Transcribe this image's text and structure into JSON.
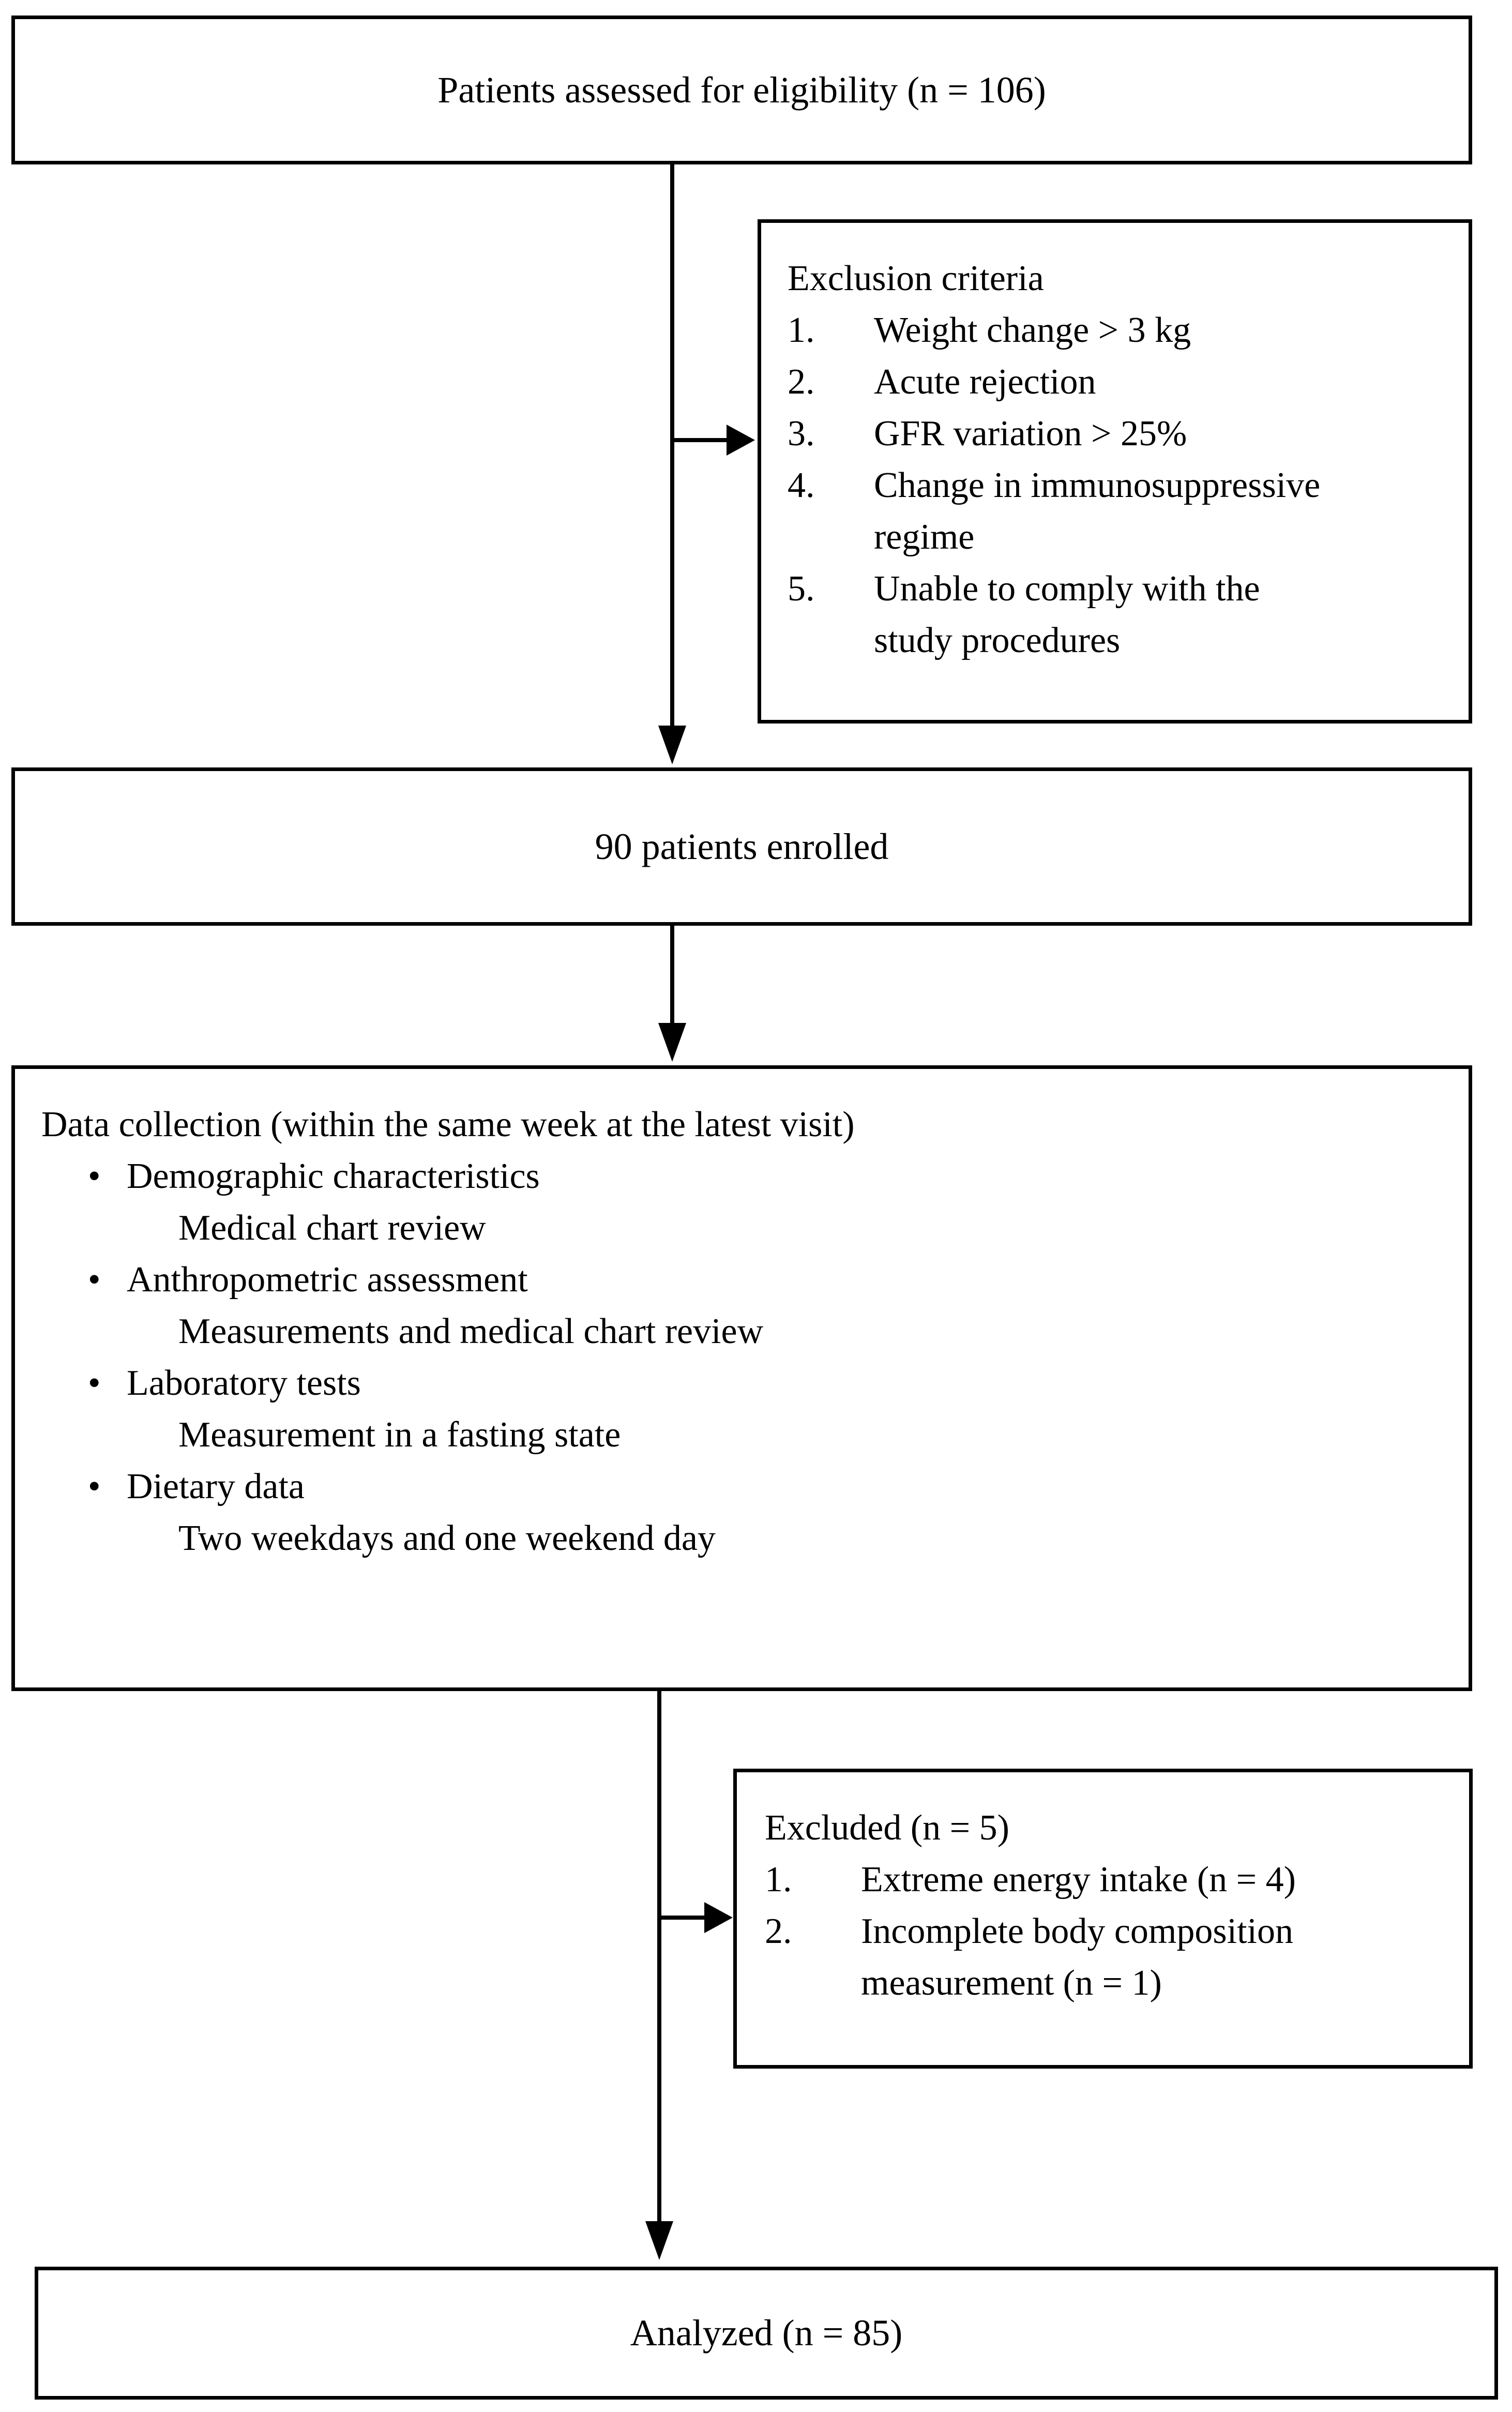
{
  "diagram": {
    "boxes": {
      "eligibility": {
        "text": "Patients assessed for eligibility (n = 106)"
      },
      "exclusion": {
        "title": "Exclusion criteria",
        "items": [
          {
            "num": "1.",
            "lines": [
              "Weight change > 3 kg"
            ]
          },
          {
            "num": "2.",
            "lines": [
              "Acute rejection"
            ]
          },
          {
            "num": "3.",
            "lines": [
              "GFR variation > 25%"
            ]
          },
          {
            "num": "4.",
            "lines": [
              "Change in immunosuppressive",
              "regime"
            ]
          },
          {
            "num": "5.",
            "lines": [
              "Unable to comply with the",
              "study procedures"
            ]
          }
        ]
      },
      "enrolled": {
        "text": "90 patients enrolled"
      },
      "data_collection": {
        "title": "Data collection (within the same week at the latest visit)",
        "items": [
          {
            "bullet": "•",
            "label": "Demographic characteristics",
            "sub": "Medical chart review"
          },
          {
            "bullet": "•",
            "label": "Anthropometric assessment",
            "sub": "Measurements and medical chart review"
          },
          {
            "bullet": "•",
            "label": "Laboratory tests",
            "sub": "Measurement in a fasting state"
          },
          {
            "bullet": "•",
            "label": "Dietary data",
            "sub": "Two weekdays and one weekend day"
          }
        ]
      },
      "excluded": {
        "title": "Excluded (n = 5)",
        "items": [
          {
            "num": "1.",
            "lines": [
              "Extreme energy intake (n = 4)"
            ]
          },
          {
            "num": "2.",
            "lines": [
              "Incomplete body composition",
              "measurement (n = 1)"
            ]
          }
        ]
      },
      "analyzed": {
        "text": "Analyzed (n = 85)"
      }
    },
    "colors": {
      "border": "#000000",
      "background": "#ffffff",
      "text": "#000000"
    }
  }
}
